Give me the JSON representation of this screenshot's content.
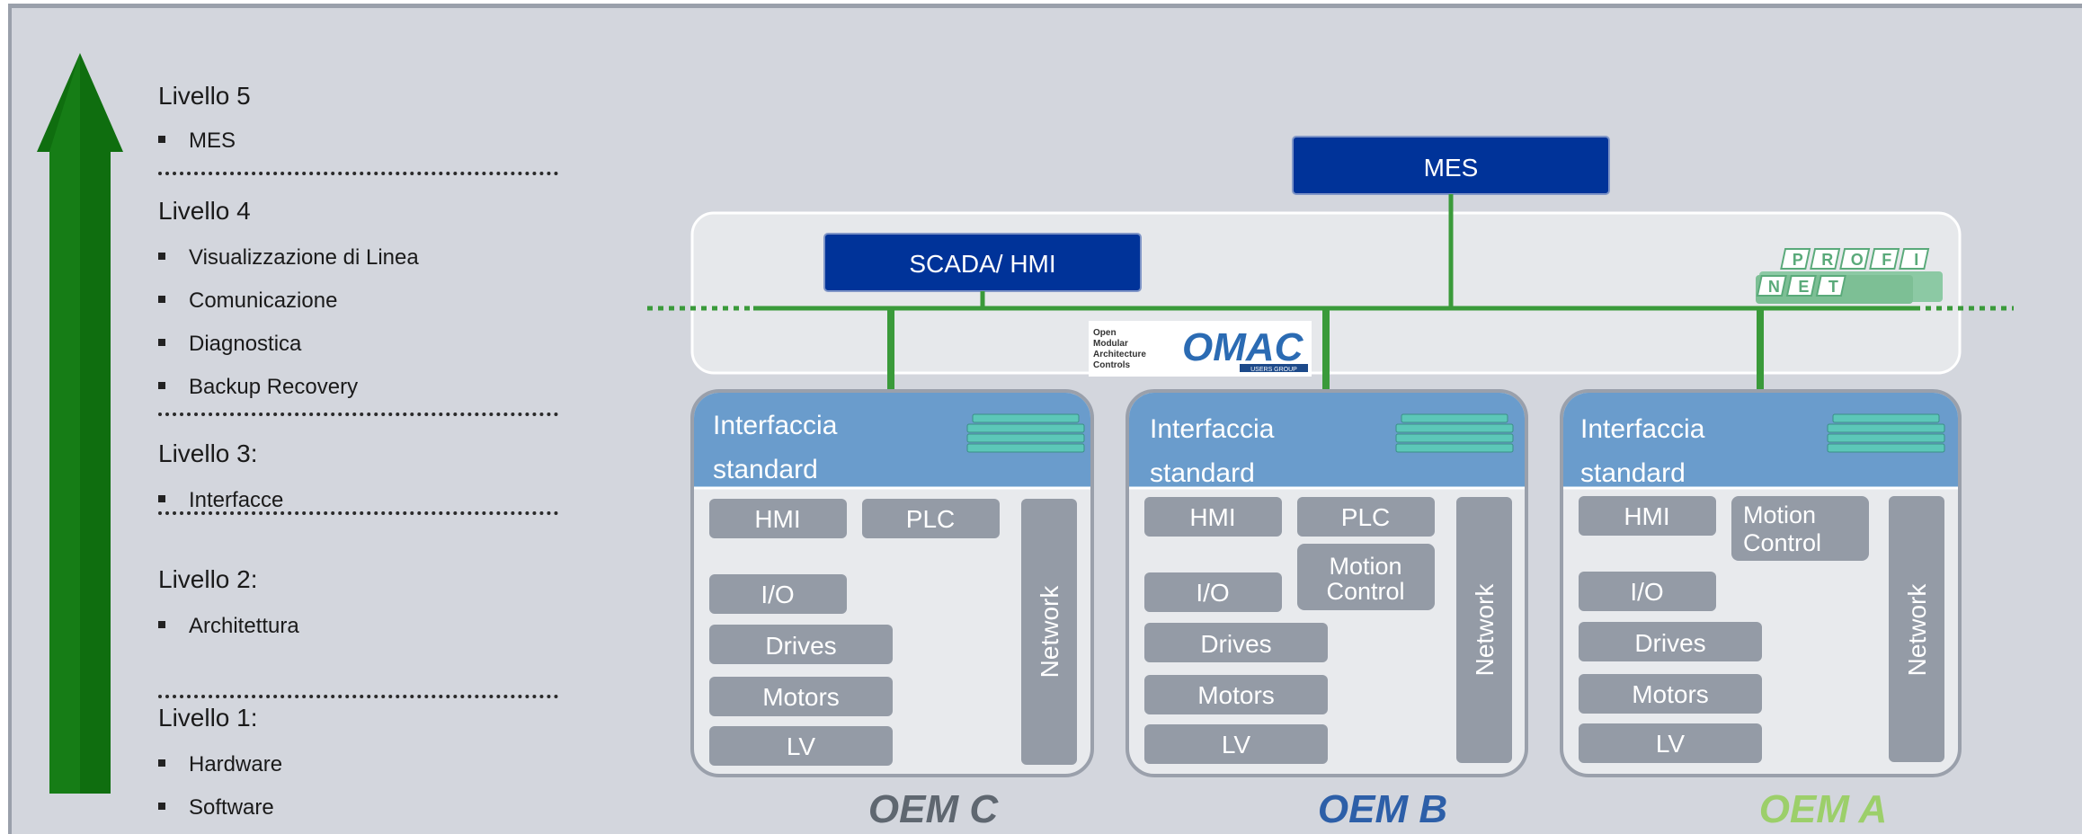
{
  "colors": {
    "slide_background": "#d3d6dd",
    "arrow_green": "#0f6e0f",
    "network_line_green": "#3a9a3a",
    "box_blue": "#003399",
    "interface_header_blue": "#6a9ccc",
    "module_gray": "#949ba6",
    "oem_c_color": "#5f6770",
    "oem_b_color": "#2d5fa8",
    "oem_a_color": "#9ccf6a"
  },
  "levels": [
    {
      "title": "Livello 5",
      "items": [
        "MES"
      ]
    },
    {
      "title": "Livello 4",
      "items": [
        "Visualizzazione di Linea",
        "Comunicazione",
        "Diagnostica",
        "Backup Recovery"
      ]
    },
    {
      "title": "Livello 3:",
      "items": [
        "Interfacce"
      ]
    },
    {
      "title": "Livello 2:",
      "items": [
        "Architettura"
      ]
    },
    {
      "title": "Livello 1:",
      "items": [
        "Hardware",
        "Software"
      ]
    }
  ],
  "mes_box": {
    "label": "MES"
  },
  "scada_box": {
    "label": "SCADA/ HMI"
  },
  "omac_logo": {
    "small_text": [
      "Open",
      "Modular",
      "Architecture",
      "Controls"
    ],
    "brand": "OMAC",
    "tagline": "USERS GROUP"
  },
  "profinet_logo": {
    "letters_top": [
      "P",
      "R",
      "O",
      "F",
      "I"
    ],
    "letters_bottom": [
      "N",
      "E",
      "T"
    ],
    "icon": "profinet-logo"
  },
  "oem_panels": [
    {
      "name": "OEM C",
      "header": [
        "Interfaccia",
        "standard"
      ],
      "modules": [
        "HMI",
        "PLC",
        "I/O",
        "Drives",
        "Motors",
        "LV"
      ],
      "network_label": "Network"
    },
    {
      "name": "OEM B",
      "header": [
        "Interfaccia",
        "standard"
      ],
      "modules": [
        "HMI",
        "PLC",
        "Motion Control",
        "I/O",
        "Drives",
        "Motors",
        "LV"
      ],
      "network_label": "Network"
    },
    {
      "name": "OEM A",
      "header": [
        "Interfaccia",
        "standard"
      ],
      "modules": [
        "HMI",
        "Motion Control",
        "I/O",
        "Drives",
        "Motors",
        "LV"
      ],
      "network_label": "Network"
    }
  ]
}
